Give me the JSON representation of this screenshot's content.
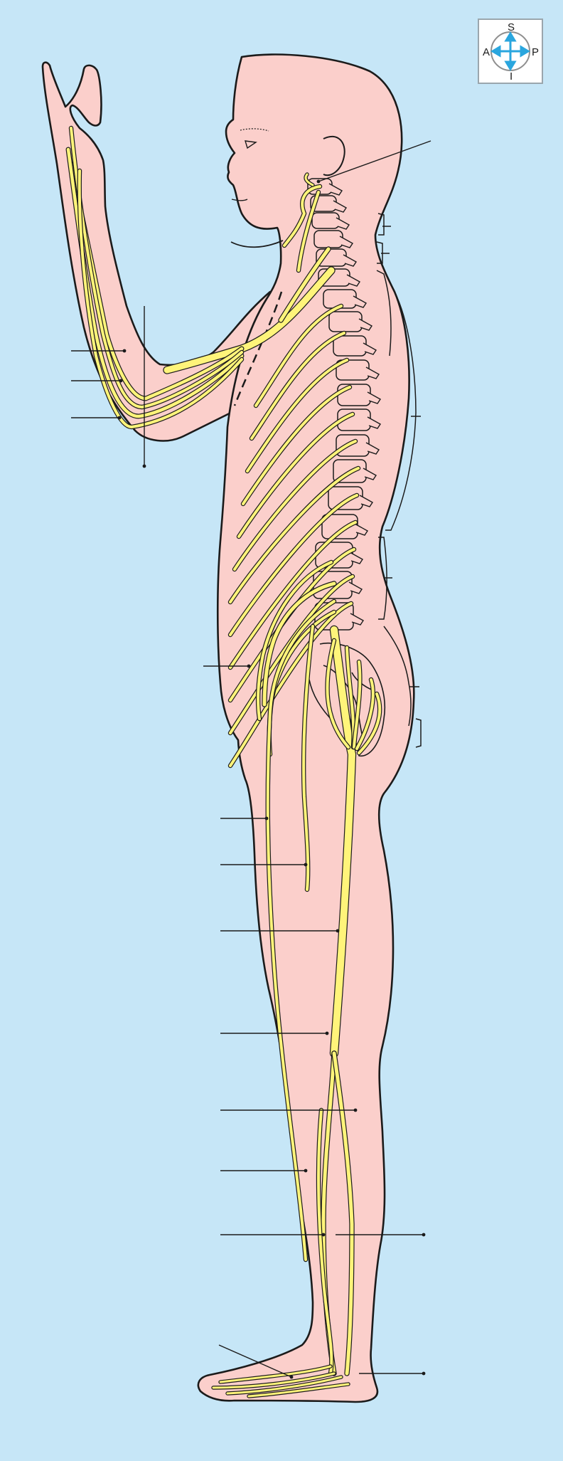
{
  "orientation": {
    "superior": "S",
    "inferior": "I",
    "anterior": "A",
    "posterior": "P"
  },
  "colors": {
    "background": "#c6e6f7",
    "skin": "#fbcfcb",
    "nerve": "#fff47a",
    "outline": "#1b1b1b",
    "compass_arrows": "#2aa6de"
  }
}
